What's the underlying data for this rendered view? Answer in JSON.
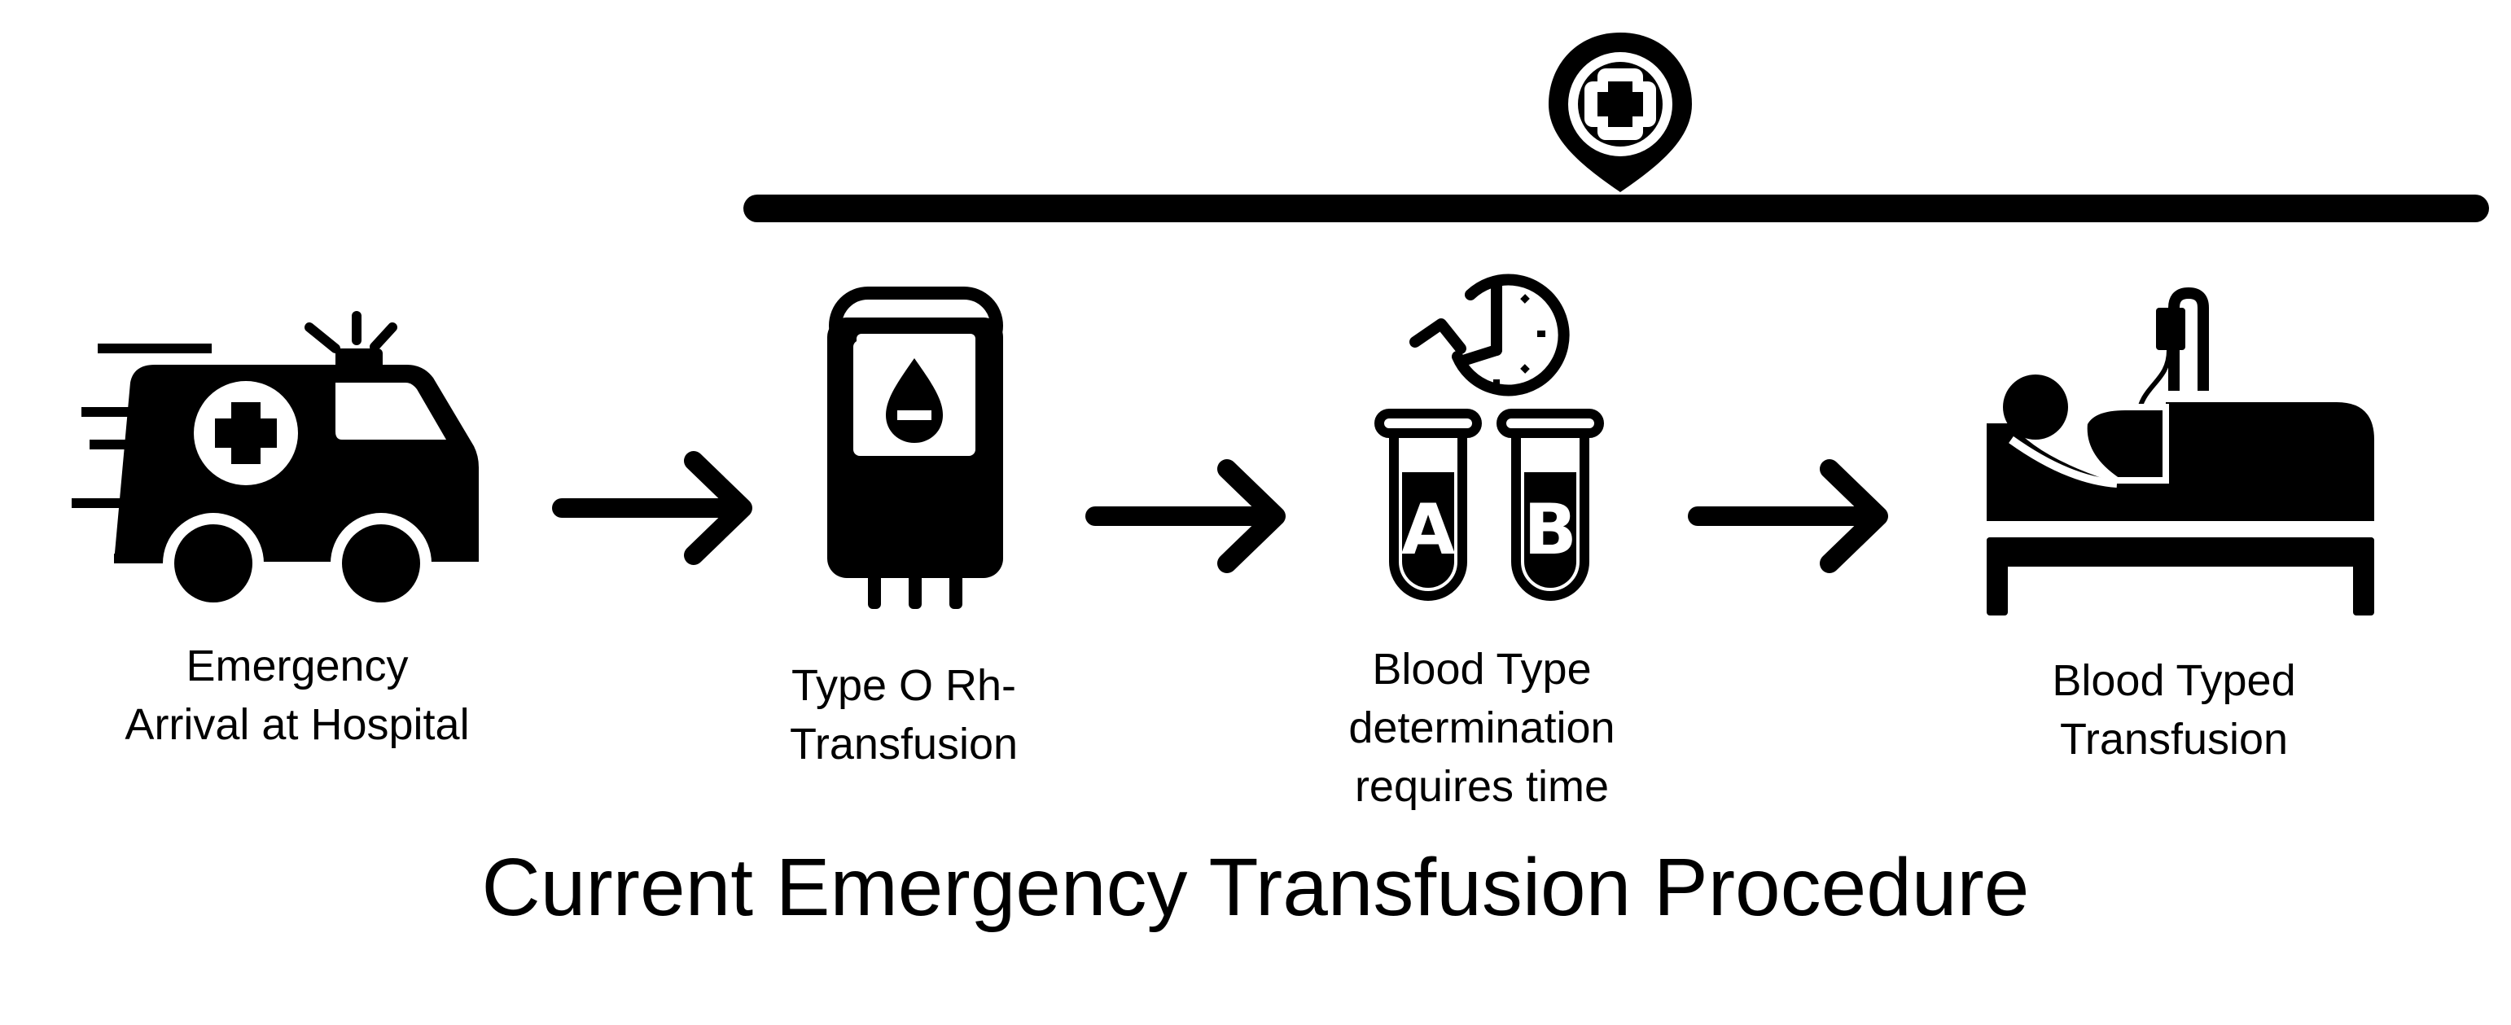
{
  "diagram": {
    "title": "Current Emergency Transfusion Procedure",
    "steps": [
      {
        "icon": "ambulance-icon",
        "lines": [
          "Emergency",
          "Arrival at Hospital"
        ]
      },
      {
        "icon": "blood-bag-o-negative-icon",
        "lines": [
          "Type O Rh-",
          "Transfusion"
        ]
      },
      {
        "icon": "blood-type-test-tubes-icon",
        "lines": [
          "Blood Type",
          "determination",
          "requires time"
        ],
        "tube_labels": [
          "A",
          "B"
        ]
      },
      {
        "icon": "patient-bed-iv-icon",
        "lines": [
          "Blood Typed",
          "Transfusion"
        ]
      }
    ],
    "hospital_marker_icon": "hospital-location-pin-icon",
    "arrow_icon": "right-arrow-icon",
    "colors": {
      "foreground": "#000000",
      "background": "#ffffff"
    }
  }
}
